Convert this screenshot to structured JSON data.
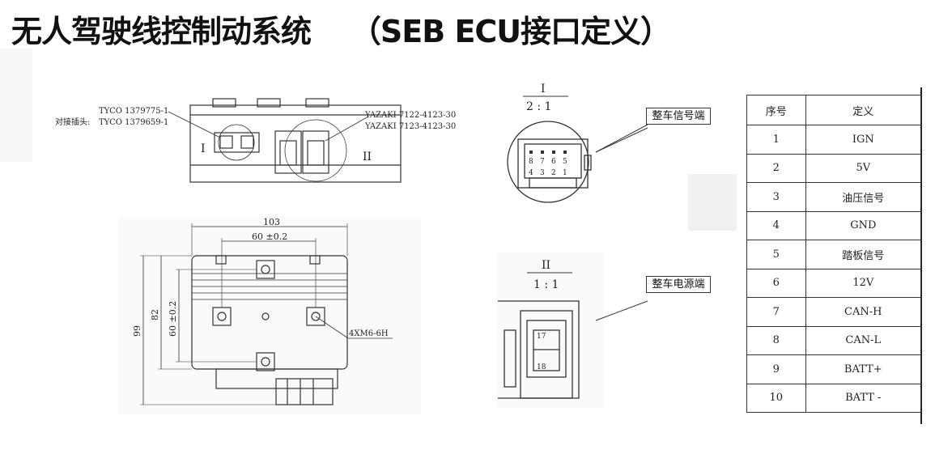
{
  "title": "无人驾驶线控制动系统    （SEB ECU接口定义）",
  "top_view": {
    "tyco_1": "TYCO 1379775-1",
    "tyco_2_prefix": "对接插头:",
    "tyco_2": "TYCO 1379659-1",
    "yazaki_1": "YAZAKI 7122-4123-30",
    "yazaki_2": "YAZAKI 7123-4123-30",
    "label_I": "I",
    "label_II": "II"
  },
  "dim_view": {
    "width_total": "103",
    "hole_spacing_x": "60 ±0.2",
    "height_total": "99",
    "height_body": "82",
    "hole_spacing_y": "60 ±0.2",
    "thread_spec": "4XM6-6H"
  },
  "detail_I": {
    "label": "I",
    "scale": "2 : 1",
    "pins_top": [
      "8",
      "7",
      "6",
      "5"
    ],
    "pins_bottom": [
      "4",
      "3",
      "2",
      "1"
    ],
    "callout": "整车信号端"
  },
  "detail_II": {
    "label": "II",
    "scale": "1 : 1",
    "pin_a": "17",
    "pin_b": "18",
    "callout": "整车电源端"
  },
  "pin_table": {
    "headers": [
      "序号",
      "定义"
    ],
    "rows": [
      [
        "1",
        "IGN"
      ],
      [
        "2",
        "5V"
      ],
      [
        "3",
        "油压信号"
      ],
      [
        "4",
        "GND"
      ],
      [
        "5",
        "踏板信号"
      ],
      [
        "6",
        "12V"
      ],
      [
        "7",
        "CAN-H"
      ],
      [
        "8",
        "CAN-L"
      ],
      [
        "9",
        "BATT+"
      ],
      [
        "10",
        "BATT -"
      ]
    ]
  }
}
